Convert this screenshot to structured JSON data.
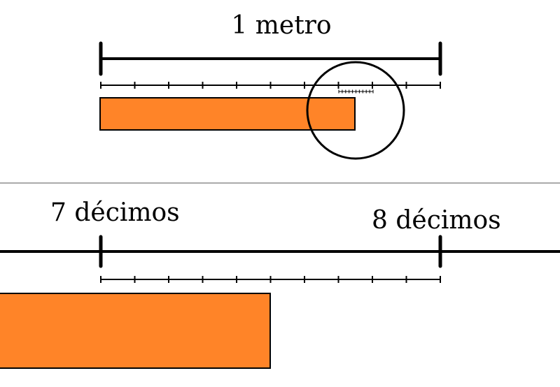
{
  "top_panel": {
    "title": "1 metro",
    "whole_length": 1,
    "major_divisions": 10,
    "zoom_minor_divisions": 10,
    "filled_fraction": 0.75
  },
  "bottom_panel": {
    "left_label": "7 décimos",
    "right_label": "8 décimos",
    "left_value": 0.7,
    "right_value": 0.8,
    "minor_divisions": 10,
    "filled_value": 0.75
  },
  "colors": {
    "fill": "#ff8428",
    "stroke": "#000000",
    "divider": "#555555"
  }
}
